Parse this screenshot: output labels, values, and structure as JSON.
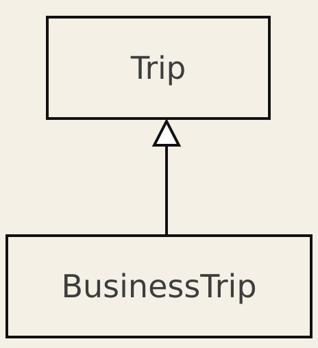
{
  "diagram": {
    "classes": [
      {
        "id": "trip",
        "name": "Trip"
      },
      {
        "id": "business-trip",
        "name": "BusinessTrip"
      }
    ],
    "relationships": [
      {
        "type": "inheritance",
        "from": "business-trip",
        "to": "trip"
      }
    ],
    "colors": {
      "background": "#f4f0e5",
      "border": "#111111",
      "text": "#3d3d3d",
      "arrowhead_fill": "#ffffff"
    }
  }
}
